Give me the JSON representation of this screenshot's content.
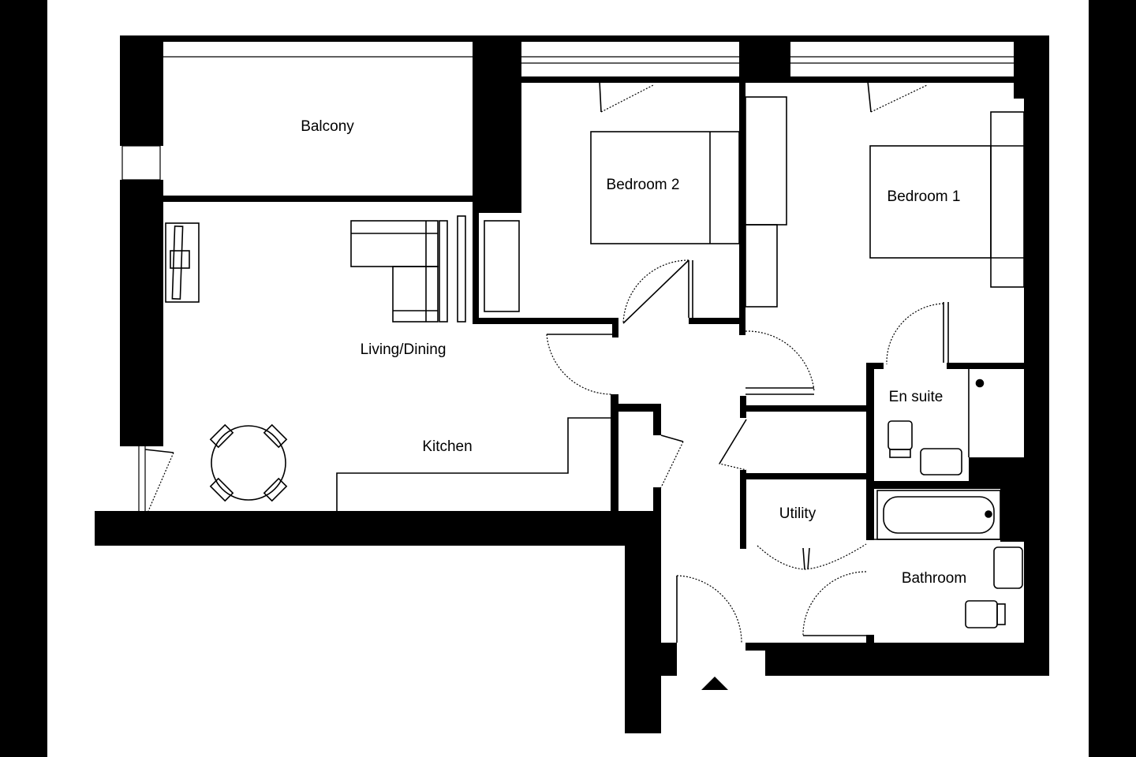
{
  "colors": {
    "background": "#000000",
    "paper": "#ffffff",
    "wall": "#000000",
    "line": "#000000"
  },
  "plan": {
    "rooms": {
      "balcony": "Balcony",
      "bedroom_2": "Bedroom 2",
      "bedroom_1": "Bedroom 1",
      "living_dining": "Living/Dining",
      "en_suite": "En suite",
      "kitchen": "Kitchen",
      "utility": "Utility",
      "bathroom": "Bathroom"
    },
    "icons": {
      "entrance": "entrance-arrow-icon"
    }
  }
}
